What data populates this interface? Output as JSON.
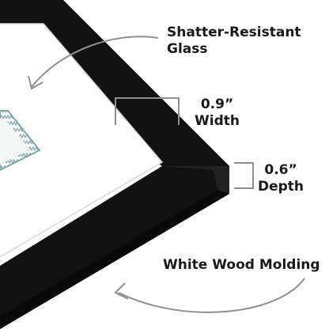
{
  "colors": {
    "frame": "#111111",
    "frame_highlight": "#2a2a2a",
    "mat": "#ffffff",
    "photo_pattern": "#7fa6a8",
    "annotation_line": "#8f8f8f",
    "text": "#1a1a1a"
  },
  "callouts": {
    "glass": {
      "line1": "Shatter-Resistant",
      "line2": "Glass",
      "icon": "curved-arrow-icon"
    },
    "width": {
      "value": "0.9”",
      "label": "Width",
      "icon": "bracket-icon"
    },
    "depth": {
      "value": "0.6”",
      "label": "Depth",
      "icon": "bracket-icon"
    },
    "molding": {
      "label": "White Wood Molding",
      "icon": "curved-arrow-icon"
    }
  }
}
